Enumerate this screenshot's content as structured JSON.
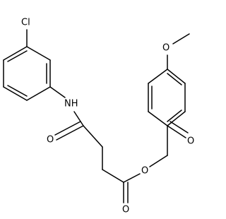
{
  "structure": {
    "atom_labels": {
      "chlorine": "Cl",
      "amide_nh": "NH",
      "amide_oxygen": "O",
      "ester_oxygen": "O",
      "ester_carbonyl_oxygen": "O",
      "ketone_oxygen": "O",
      "methoxy_oxygen": "O"
    }
  }
}
